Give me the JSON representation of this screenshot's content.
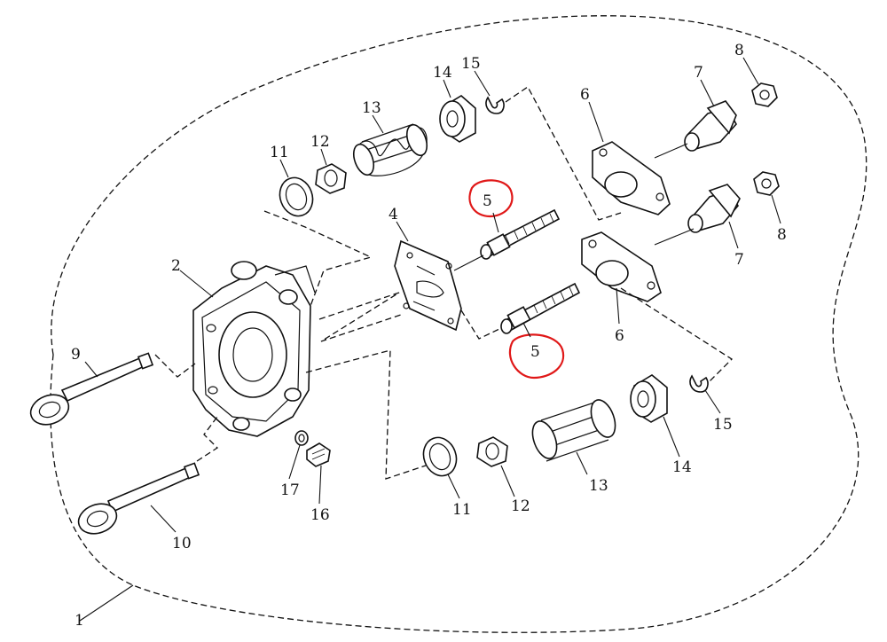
{
  "labels": [
    {
      "id": "label-1",
      "text": "1"
    },
    {
      "id": "label-2",
      "text": "2"
    },
    {
      "id": "label-4",
      "text": "4"
    },
    {
      "id": "label-5-upper",
      "text": "5"
    },
    {
      "id": "label-5-lower",
      "text": "5"
    },
    {
      "id": "label-6-upper",
      "text": "6"
    },
    {
      "id": "label-6-lower",
      "text": "6"
    },
    {
      "id": "label-7-upper",
      "text": "7"
    },
    {
      "id": "label-7-lower",
      "text": "7"
    },
    {
      "id": "label-8-upper",
      "text": "8"
    },
    {
      "id": "label-8-lower",
      "text": "8"
    },
    {
      "id": "label-9",
      "text": "9"
    },
    {
      "id": "label-10",
      "text": "10"
    },
    {
      "id": "label-11-upper",
      "text": "11"
    },
    {
      "id": "label-11-lower",
      "text": "11"
    },
    {
      "id": "label-12-upper",
      "text": "12"
    },
    {
      "id": "label-12-lower",
      "text": "12"
    },
    {
      "id": "label-13-upper",
      "text": "13"
    },
    {
      "id": "label-13-lower",
      "text": "13"
    },
    {
      "id": "label-14-upper",
      "text": "14"
    },
    {
      "id": "label-14-lower",
      "text": "14"
    },
    {
      "id": "label-15-upper",
      "text": "15"
    },
    {
      "id": "label-15-lower",
      "text": "15"
    },
    {
      "id": "label-16",
      "text": "16"
    },
    {
      "id": "label-17",
      "text": "17"
    }
  ],
  "colors": {
    "line": "#111111",
    "highlight": "#e01818",
    "background": "#ffffff"
  }
}
